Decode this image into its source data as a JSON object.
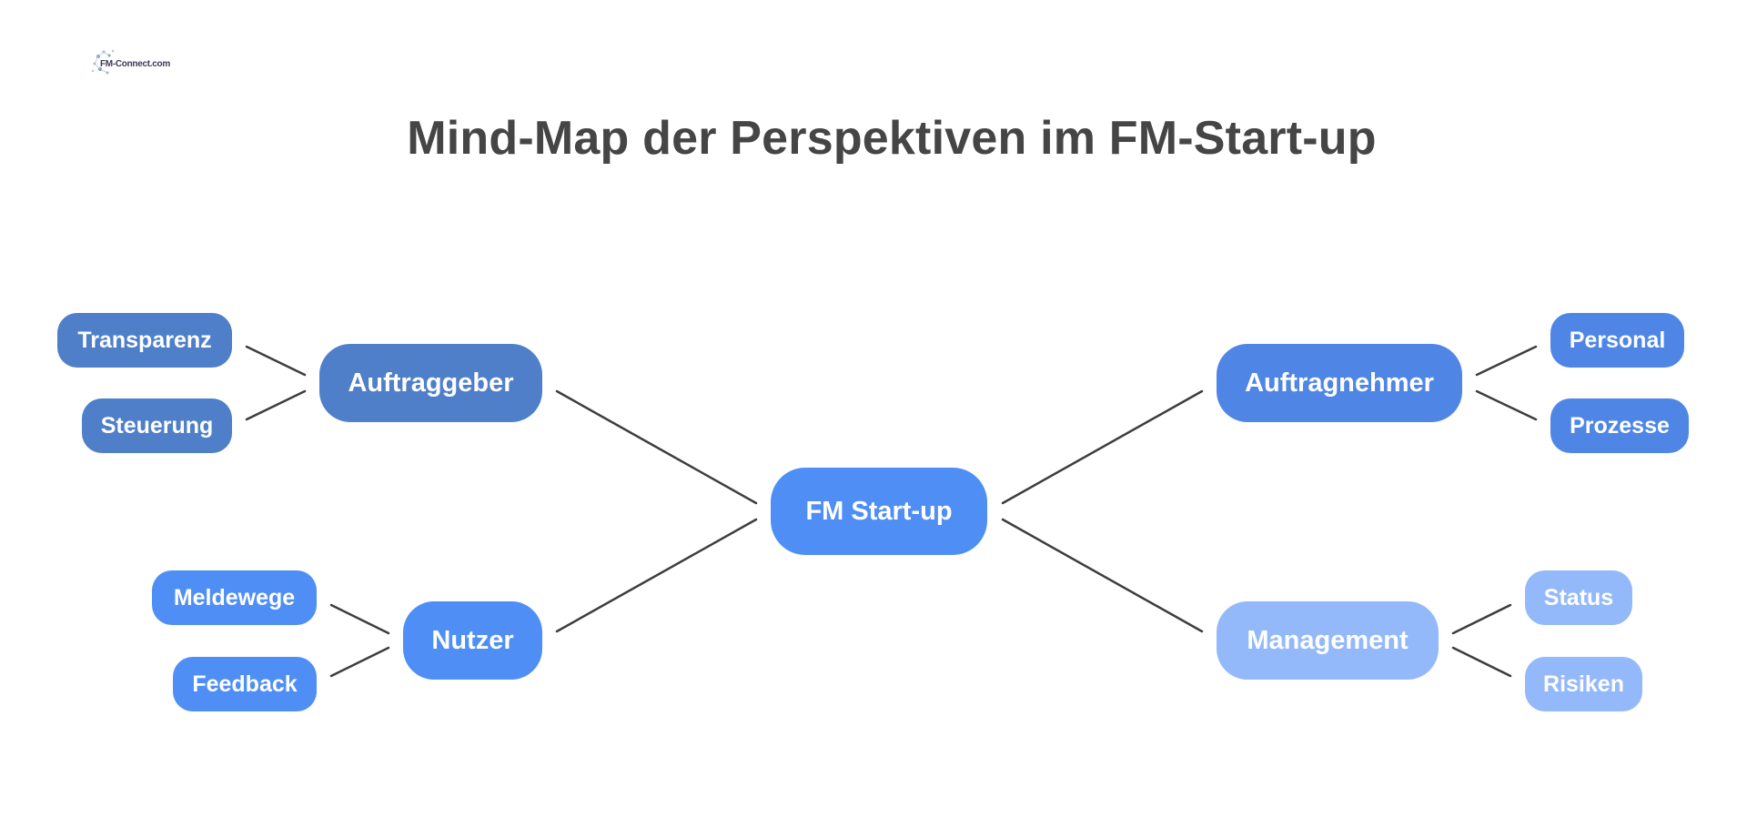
{
  "logo": {
    "text": "FM-Connect.com"
  },
  "title": "Mind-Map der Perspektiven im FM-Start-up",
  "colors": {
    "title": "#454545",
    "connector": "#3d3d3d",
    "auftraggeber": "#4f7fc9",
    "auftragnehmer": "#4f86e6",
    "center_and_nutzer": "#4f8ef5",
    "management": "#93b9fa"
  },
  "center": {
    "label": "FM Start-up"
  },
  "branches": {
    "auftraggeber": {
      "label": "Auftraggeber",
      "children": [
        "Transparenz",
        "Steuerung"
      ]
    },
    "auftragnehmer": {
      "label": "Auftragnehmer",
      "children": [
        "Personal",
        "Prozesse"
      ]
    },
    "nutzer": {
      "label": "Nutzer",
      "children": [
        "Meldewege",
        "Feedback"
      ]
    },
    "management": {
      "label": "Management",
      "children": [
        "Status",
        "Risiken"
      ]
    }
  }
}
